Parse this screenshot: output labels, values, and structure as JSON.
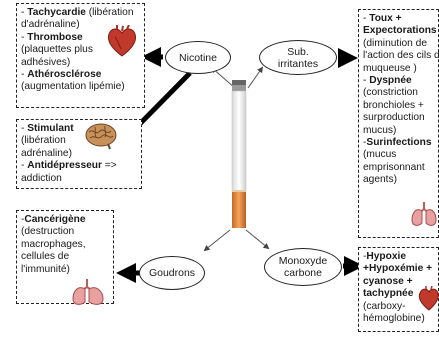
{
  "nodes": {
    "nicotine": "Nicotine",
    "sub_irritantes": [
      "Sub.",
      "irritantes"
    ],
    "monoxyde": [
      "Monoxyde",
      "carbone"
    ],
    "goudrons": "Goudrons"
  },
  "boxes": {
    "cardio": [
      {
        "bold": "Tachycardie",
        "rest": " (libération"
      },
      {
        "bold": "",
        "rest": "d'adrénaline)"
      },
      {
        "bold": "Thrombose",
        "rest": "",
        "dash": true
      },
      {
        "bold": "",
        "rest": "(plaquettes plus"
      },
      {
        "bold": "",
        "rest": "adhésives)"
      },
      {
        "bold": "Athérosclérose",
        "rest": "",
        "dash": true
      },
      {
        "bold": "",
        "rest": "(augmentation lipémie)"
      }
    ],
    "brain": [
      {
        "bold": "Stimulant",
        "rest": "",
        "dash": true
      },
      {
        "bold": "",
        "rest": "(libération"
      },
      {
        "bold": "",
        "rest": "adrénaline)"
      },
      {
        "bold": "Antidépresseur",
        "rest": " =>",
        "dash": true
      },
      {
        "bold": "",
        "rest": "addiction"
      }
    ],
    "cancer": [
      {
        "bold": "Cancérigène",
        "rest": "",
        "dash": true,
        "nospace": true
      },
      {
        "bold": "",
        "rest": "(destruction"
      },
      {
        "bold": "",
        "rest": "macrophages,"
      },
      {
        "bold": "",
        "rest": "cellules de"
      },
      {
        "bold": "",
        "rest": "l'immunité)"
      }
    ],
    "respiratory": [
      {
        "bold": "Toux +",
        "rest": "",
        "dash": true
      },
      {
        "bold": "Expectorations",
        "rest": ""
      },
      {
        "bold": "",
        "rest": "(diminution de"
      },
      {
        "bold": "",
        "rest": "l'action des cils du"
      },
      {
        "bold": "",
        "rest": "muqueuse )"
      },
      {
        "bold": "Dyspnée",
        "rest": "",
        "dash": true
      },
      {
        "bold": "",
        "rest": "(constriction"
      },
      {
        "bold": "",
        "rest": "bronchioles +"
      },
      {
        "bold": "",
        "rest": "surproduction"
      },
      {
        "bold": "",
        "rest": "mucus)"
      },
      {
        "bold": "Surinfections",
        "rest": "",
        "dash": true,
        "nospace": true
      },
      {
        "bold": "",
        "rest": "(mucus"
      },
      {
        "bold": "",
        "rest": "emprisonnant"
      },
      {
        "bold": "",
        "rest": "agents)"
      }
    ],
    "hypoxie": [
      {
        "bold": "Hypoxie",
        "rest": "",
        "dash": true,
        "nospace": true
      },
      {
        "bold": "+Hypoxémie +",
        "rest": ""
      },
      {
        "bold": "cyanose +",
        "rest": ""
      },
      {
        "bold": "tachypnée",
        "rest": ""
      },
      {
        "bold": "",
        "rest": "(carboxy-"
      },
      {
        "bold": "",
        "rest": "hémoglobine)"
      }
    ]
  },
  "icons": {
    "heart": "heart-icon",
    "brain": "brain-icon",
    "lungs": "lungs-icon",
    "cigarette": "cigarette-icon"
  },
  "colors": {
    "heart": "#c0392b",
    "lungs": "#d98880",
    "brain": "#9c6b3c",
    "filter": "#d9803a",
    "arrow": "#000000"
  }
}
